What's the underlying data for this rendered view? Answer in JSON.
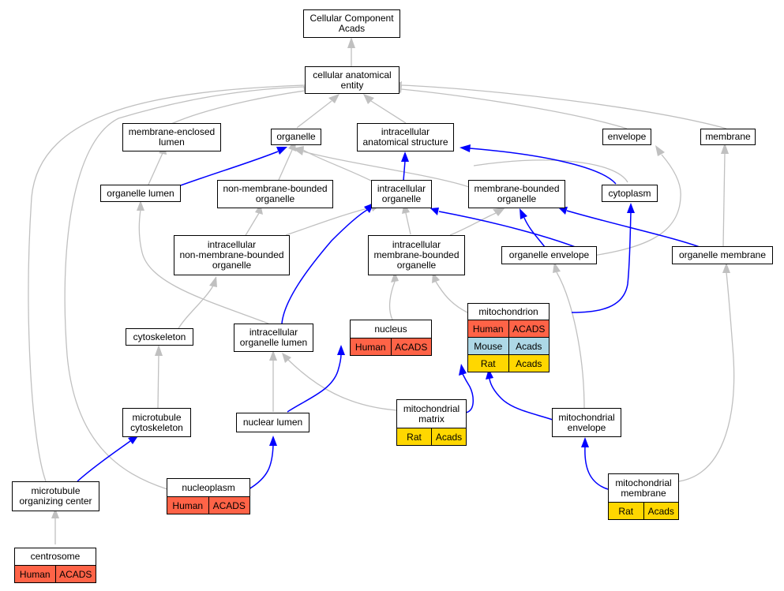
{
  "colors": {
    "gray_edge": "#c0c0c0",
    "blue_edge": "#0000ff",
    "human": "#ff6347",
    "mouse": "#add8e6",
    "rat": "#ffd700"
  },
  "nodes": {
    "cc_acads": {
      "lines": [
        "Cellular Component",
        "Acads"
      ]
    },
    "cae": {
      "lines": [
        "cellular anatomical",
        "entity"
      ]
    },
    "mel": {
      "lines": [
        "membrane-enclosed",
        "lumen"
      ]
    },
    "organelle": {
      "lines": [
        "organelle"
      ]
    },
    "ias": {
      "lines": [
        "intracellular",
        "anatomical structure"
      ]
    },
    "envelope": {
      "lines": [
        "envelope"
      ]
    },
    "membrane": {
      "lines": [
        "membrane"
      ]
    },
    "orglumen": {
      "lines": [
        "organelle lumen"
      ]
    },
    "nmbo": {
      "lines": [
        "non-membrane-bounded",
        "organelle"
      ]
    },
    "intorg": {
      "lines": [
        "intracellular",
        "organelle"
      ]
    },
    "mbo": {
      "lines": [
        "membrane-bounded",
        "organelle"
      ]
    },
    "cytoplasm": {
      "lines": [
        "cytoplasm"
      ]
    },
    "inmbo": {
      "lines": [
        "intracellular",
        "non-membrane-bounded",
        "organelle"
      ]
    },
    "imbo": {
      "lines": [
        "intracellular",
        "membrane-bounded",
        "organelle"
      ]
    },
    "orgenv": {
      "lines": [
        "organelle envelope"
      ]
    },
    "orgmem": {
      "lines": [
        "organelle membrane"
      ]
    },
    "cytoskeleton": {
      "lines": [
        "cytoskeleton"
      ]
    },
    "iol": {
      "lines": [
        "intracellular",
        "organelle lumen"
      ]
    },
    "nucleus": {
      "lines": [
        "nucleus"
      ],
      "rows": [
        [
          "Human",
          "ACADS"
        ]
      ]
    },
    "mito": {
      "lines": [
        "mitochondrion"
      ],
      "rows": [
        [
          "Human",
          "ACADS"
        ],
        [
          "Mouse",
          "Acads"
        ],
        [
          "Rat",
          "Acads"
        ]
      ]
    },
    "mtcyto": {
      "lines": [
        "microtubule",
        "cytoskeleton"
      ]
    },
    "nuclum": {
      "lines": [
        "nuclear lumen"
      ]
    },
    "mitomatrix": {
      "lines": [
        "mitochondrial",
        "matrix"
      ],
      "rows": [
        [
          "Rat",
          "Acads"
        ]
      ]
    },
    "mitoenv": {
      "lines": [
        "mitochondrial",
        "envelope"
      ]
    },
    "mtoc": {
      "lines": [
        "microtubule",
        "organizing center"
      ]
    },
    "nucleoplasm": {
      "lines": [
        "nucleoplasm"
      ],
      "rows": [
        [
          "Human",
          "ACADS"
        ]
      ]
    },
    "mitomem": {
      "lines": [
        "mitochondrial",
        "membrane"
      ],
      "rows": [
        [
          "Rat",
          "Acads"
        ]
      ]
    },
    "centrosome": {
      "lines": [
        "centrosome"
      ],
      "rows": [
        [
          "Human",
          "ACADS"
        ]
      ]
    }
  }
}
